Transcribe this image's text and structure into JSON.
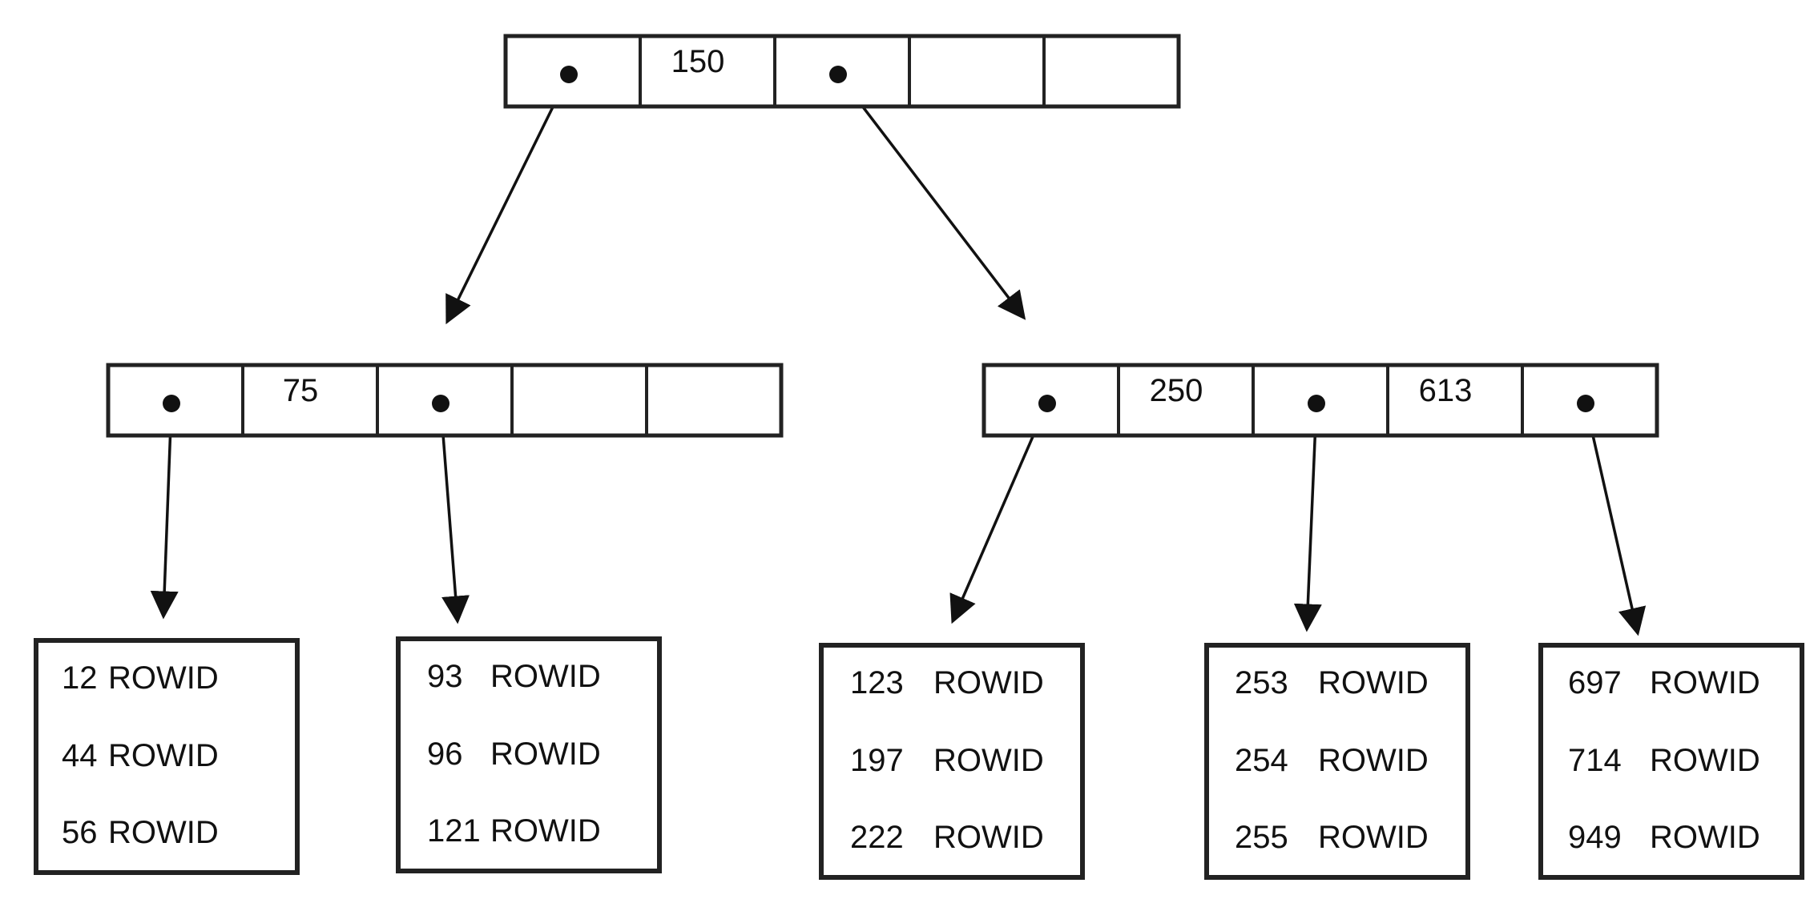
{
  "diagram": {
    "colors": {
      "line": "#222222",
      "text": "#111111",
      "background": "#ffffff"
    },
    "root": {
      "cells": [
        "pointer",
        "150",
        "pointer",
        "",
        ""
      ]
    },
    "internal": [
      {
        "id": "left",
        "cells": [
          "pointer",
          "75",
          "pointer",
          "",
          ""
        ]
      },
      {
        "id": "right",
        "cells": [
          "pointer",
          "250",
          "pointer",
          "613",
          "pointer"
        ]
      }
    ],
    "leaves": [
      {
        "rows": [
          {
            "key": "12",
            "label": "ROWID"
          },
          {
            "key": "44",
            "label": "ROWID"
          },
          {
            "key": "56",
            "label": "ROWID"
          }
        ]
      },
      {
        "rows": [
          {
            "key": "93",
            "label": "ROWID"
          },
          {
            "key": "96",
            "label": "ROWID"
          },
          {
            "key": "121",
            "label": "ROWID"
          }
        ]
      },
      {
        "rows": [
          {
            "key": "123",
            "label": "ROWID"
          },
          {
            "key": "197",
            "label": "ROWID"
          },
          {
            "key": "222",
            "label": "ROWID"
          }
        ]
      },
      {
        "rows": [
          {
            "key": "253",
            "label": "ROWID"
          },
          {
            "key": "254",
            "label": "ROWID"
          },
          {
            "key": "255",
            "label": "ROWID"
          }
        ]
      },
      {
        "rows": [
          {
            "key": "697",
            "label": "ROWID"
          },
          {
            "key": "714",
            "label": "ROWID"
          },
          {
            "key": "949",
            "label": "ROWID"
          }
        ]
      }
    ]
  }
}
